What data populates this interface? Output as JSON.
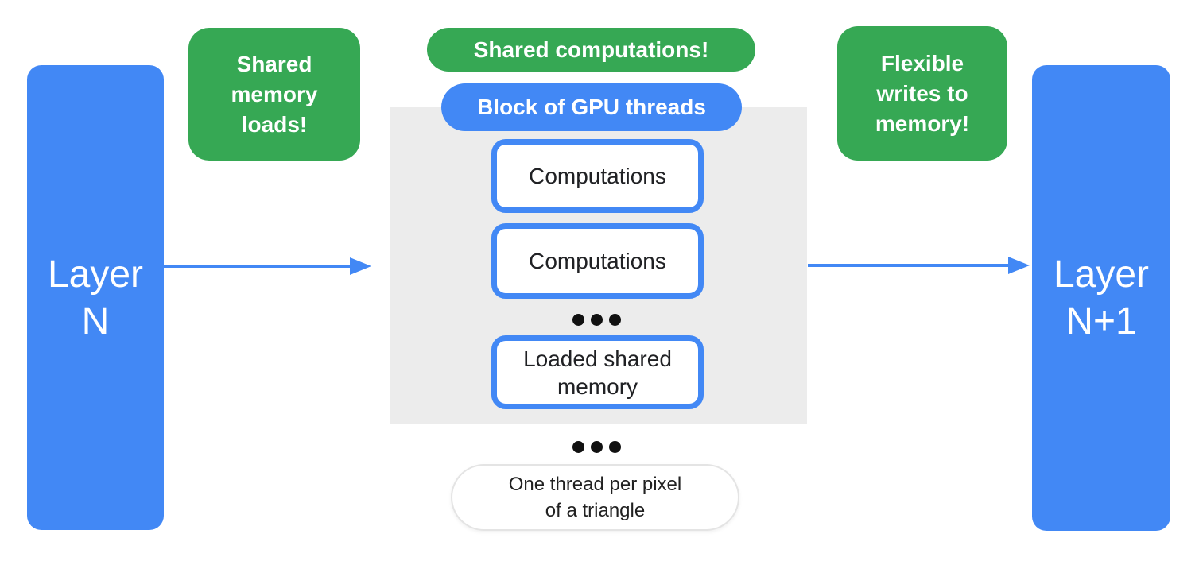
{
  "colors": {
    "blue": "#4288F5",
    "green": "#36A854",
    "panel_gray": "#ECECEC",
    "text_dark": "#202124",
    "white": "#FFFFFF",
    "note_border": "#E4E4E4"
  },
  "layer_n": {
    "lines": [
      "Layer",
      "N"
    ]
  },
  "layer_n_plus_1": {
    "lines": [
      "Layer",
      "N+1"
    ]
  },
  "callouts": {
    "shared_memory_loads": {
      "lines": [
        "Shared",
        "memory",
        "loads!"
      ]
    },
    "shared_computations": {
      "label": "Shared computations!"
    },
    "block_of_gpu_threads": {
      "label": "Block of GPU threads"
    },
    "flexible_writes": {
      "lines": [
        "Flexible",
        "writes to",
        "memory!"
      ]
    }
  },
  "gpu_block": {
    "computation_boxes": [
      "Computations",
      "Computations"
    ],
    "loaded_shared_memory": {
      "lines": [
        "Loaded shared",
        "memory"
      ]
    },
    "ellipsis_inside": "•••",
    "ellipsis_below": "•••"
  },
  "note": {
    "lines": [
      "One thread per pixel",
      "of a triangle"
    ]
  }
}
